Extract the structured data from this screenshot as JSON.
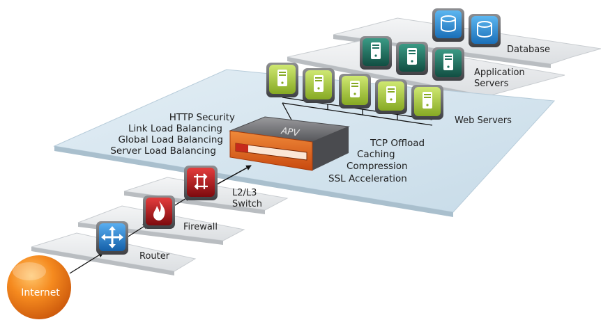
{
  "layers": {
    "database": "Database",
    "app_line1": "Application",
    "app_line2": "Servers",
    "web": "Web Servers",
    "switch_line1": "L2/L3",
    "switch_line2": "Switch",
    "firewall": "Firewall",
    "router": "Router",
    "internet": "Internet"
  },
  "apv": {
    "label": "APV",
    "left_features": [
      "HTTP Security",
      "Link Load Balancing",
      "Global Load Balancing",
      "Server Load Balancing"
    ],
    "right_features": [
      "TCP Offload",
      "Caching",
      "Compression",
      "SSL Acceleration"
    ]
  },
  "colors": {
    "platform": "#d2e3ee",
    "database": "#2a8fd6",
    "app_server": "#1e6f5f",
    "web_server": "#a9cc3a",
    "apv_orange": "#e2621d",
    "switch_red": "#b8141b",
    "router_blue": "#1d7fd0",
    "internet_orange": "#ef7d18"
  },
  "icons": {
    "database": "database-cylinder-icon",
    "server": "server-tower-icon",
    "switch": "crossed-arrows-icon",
    "firewall": "flame-icon",
    "router": "four-way-arrows-icon"
  }
}
